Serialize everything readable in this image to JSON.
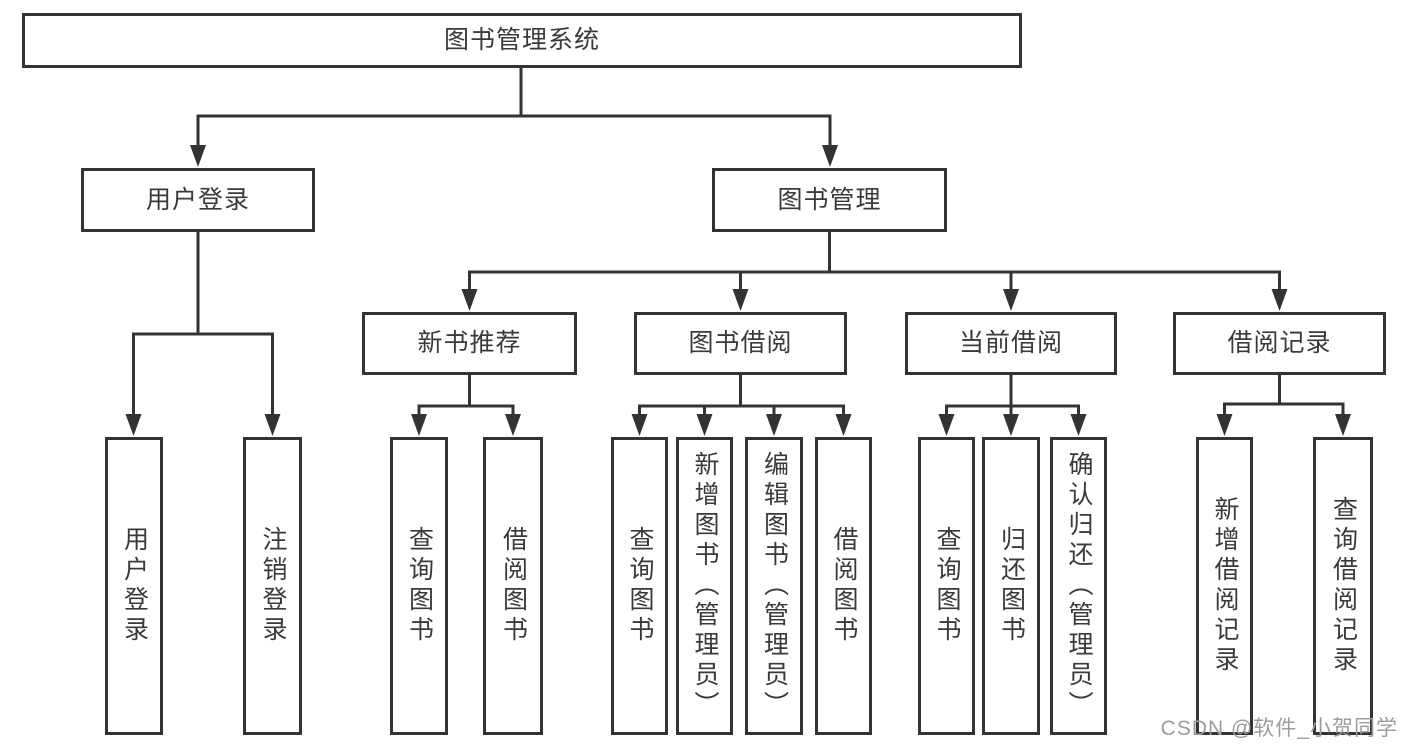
{
  "title": "图书管理系统",
  "level2": {
    "login": "用户登录",
    "manage": "图书管理"
  },
  "level3": {
    "newbook": "新书推荐",
    "borrow": "图书借阅",
    "current": "当前借阅",
    "records": "借阅记录"
  },
  "leaves": {
    "login_user": "用户登录",
    "login_logout": "注销登录",
    "newbook_query": "查询图书",
    "newbook_borrow": "借阅图书",
    "borrow_query": "查询图书",
    "borrow_add": "新增图书（管理员）",
    "borrow_edit": "编辑图书（管理员）",
    "borrow_borrow": "借阅图书",
    "current_query": "查询图书",
    "current_return": "归还图书",
    "current_confirm": "确认归还（管理员）",
    "records_add": "新增借阅记录",
    "records_query": "查询借阅记录"
  },
  "watermark": "CSDN @软件_小贺同学",
  "colors": {
    "line": "#333333",
    "box_border": "#333333",
    "text": "#3a3a3a",
    "watermark": "#9c9c9c",
    "background": "#ffffff"
  }
}
